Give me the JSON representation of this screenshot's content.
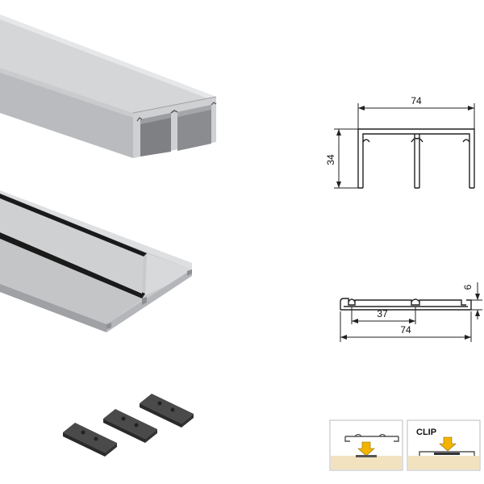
{
  "top_profile": {
    "width_label": "74",
    "height_label": "34"
  },
  "bottom_profile": {
    "height_label": "6",
    "inner_label": "37",
    "width_label": "74"
  },
  "install_boxes": {
    "clip_label": "CLIP"
  },
  "colors": {
    "aluminium_light": "#d9dadc",
    "aluminium_mid": "#c3c5c8",
    "aluminium_dark": "#a9abae",
    "clip_dark": "#333333",
    "floor": "#f2e2c0",
    "arrow": "#f2b400"
  }
}
